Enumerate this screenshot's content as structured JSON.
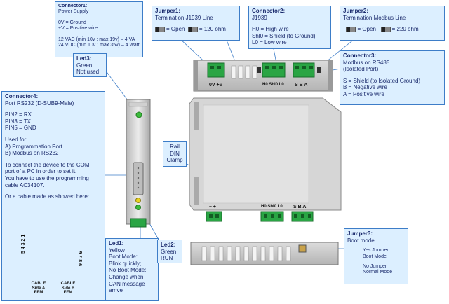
{
  "connector1": {
    "title": "Connector1:",
    "subtitle": "Power Supply",
    "lines": [
      "0V  = Ground",
      "+V = Positive wire"
    ],
    "spec1": "12 VAC (min 10v ; max 19v) – 4 VA",
    "spec2": "24 VDC (min 10v ; max 35v) – 4 Watt"
  },
  "jumper1": {
    "title": "Jumper1:",
    "subtitle": "Termination J1939 Line",
    "open": "= Open",
    "ohm": "= 120 ohm"
  },
  "connector2": {
    "title": "Connector2:",
    "subtitle": "J1939",
    "lines": [
      "H0 = High wire",
      "Shl0 = Shield (to Ground)",
      "L0 = Low wire"
    ]
  },
  "jumper2": {
    "title": "Jumper2:",
    "subtitle": "Termination Modbus Line",
    "open": "= Open",
    "ohm": "= 220 ohm"
  },
  "connector3": {
    "title": "Connector3:",
    "lines": [
      "Modbus on RS485",
      "(Isolated Port)"
    ],
    "lines2": [
      "S = Shield (to Isolated Ground)",
      "B = Negative wire",
      "A = Positive wire"
    ]
  },
  "led3": {
    "title": "Led3:",
    "lines": [
      "Green",
      "Not used"
    ]
  },
  "connector4": {
    "title": "Connector4:",
    "subtitle": "Port RS232 (D-SUB9-Male)",
    "pins": [
      "PIN2 = RX",
      "PIN3 = TX",
      "PIN5 = GND"
    ],
    "used_for": "Used for:",
    "uses": [
      "A) Programmation Port",
      "B) Modbus on RS232"
    ],
    "note": [
      "To connect the device to the COM",
      "port of a PC in order to set it.",
      "You have to use the programming",
      "cable AC34107."
    ],
    "or": "Or a cable made as showed here:"
  },
  "rail": {
    "lines": [
      "Rail",
      "DIN",
      "Clamp"
    ]
  },
  "led1": {
    "title": "Led1:",
    "lines": [
      "Yellow",
      "Boot Mode:",
      "Blink quickly;",
      "No Boot Mode:",
      "Change when",
      "CAN message",
      "arrive"
    ]
  },
  "led2": {
    "title": "Led2:",
    "lines": [
      "Green",
      "RUN"
    ]
  },
  "jumper3": {
    "title": "Jumper3:",
    "subtitle": "Boot mode",
    "yes": [
      "Yes Jumper",
      "Boot Mode"
    ],
    "no": [
      "No Jumper",
      "Normal Mode"
    ]
  },
  "terminal_labels": {
    "power": "0V +V",
    "can_top": "H0 Shl0 L0",
    "rs485_top": "S  B  A",
    "power_bottom": "–  +",
    "can_bottom": "H0 Shl0 L0",
    "rs485_bottom": "S  B  A"
  },
  "cable": {
    "side_a": [
      "CABLE",
      "Side A",
      "FEM"
    ],
    "side_b": [
      "CABLE",
      "Side B",
      "FEM"
    ],
    "pins_a": "5 4 3 2 1",
    "pins_b": "9 8 7 6"
  },
  "colors": {
    "box_bg": "#dcefff",
    "box_border": "#3d7dc8",
    "connector_green": "#2aa544",
    "led_green": "#3cbb3c",
    "led_yellow": "#e8d21e"
  }
}
